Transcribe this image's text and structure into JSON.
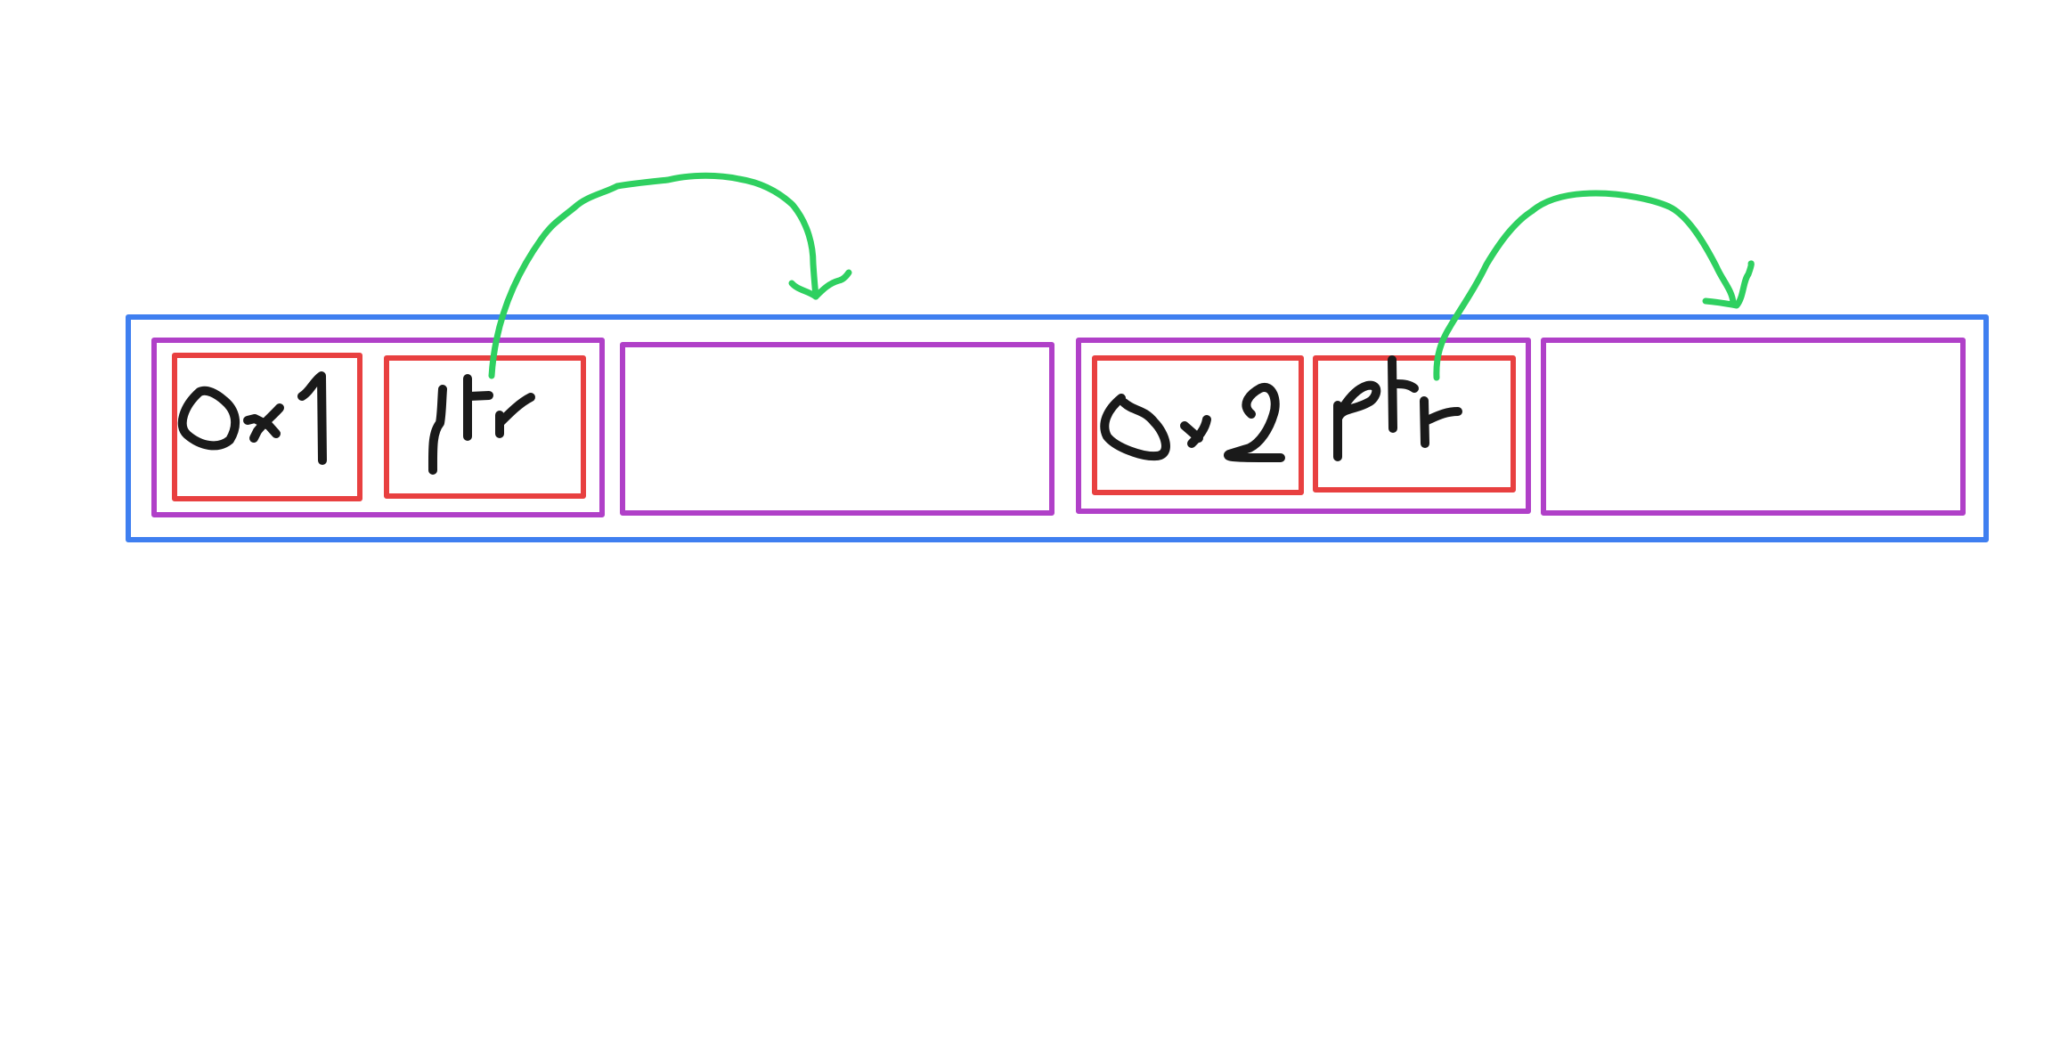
{
  "colors": {
    "outer": "#3f7ff0",
    "node": "#b040c8",
    "field": "#e84040",
    "ink": "#1a1a1a",
    "pointer": "#2fd060",
    "background": "#ffffff"
  },
  "nodes": [
    {
      "value_field": "0x1",
      "pointer_field": "ptr"
    },
    {
      "value_field": "",
      "pointer_field": ""
    },
    {
      "value_field": "0x2",
      "pointer_field": "ptr"
    },
    {
      "value_field": "",
      "pointer_field": ""
    }
  ],
  "pointers": [
    {
      "from_node": 0,
      "to_node": 1
    },
    {
      "from_node": 2,
      "to_node": 3
    }
  ]
}
